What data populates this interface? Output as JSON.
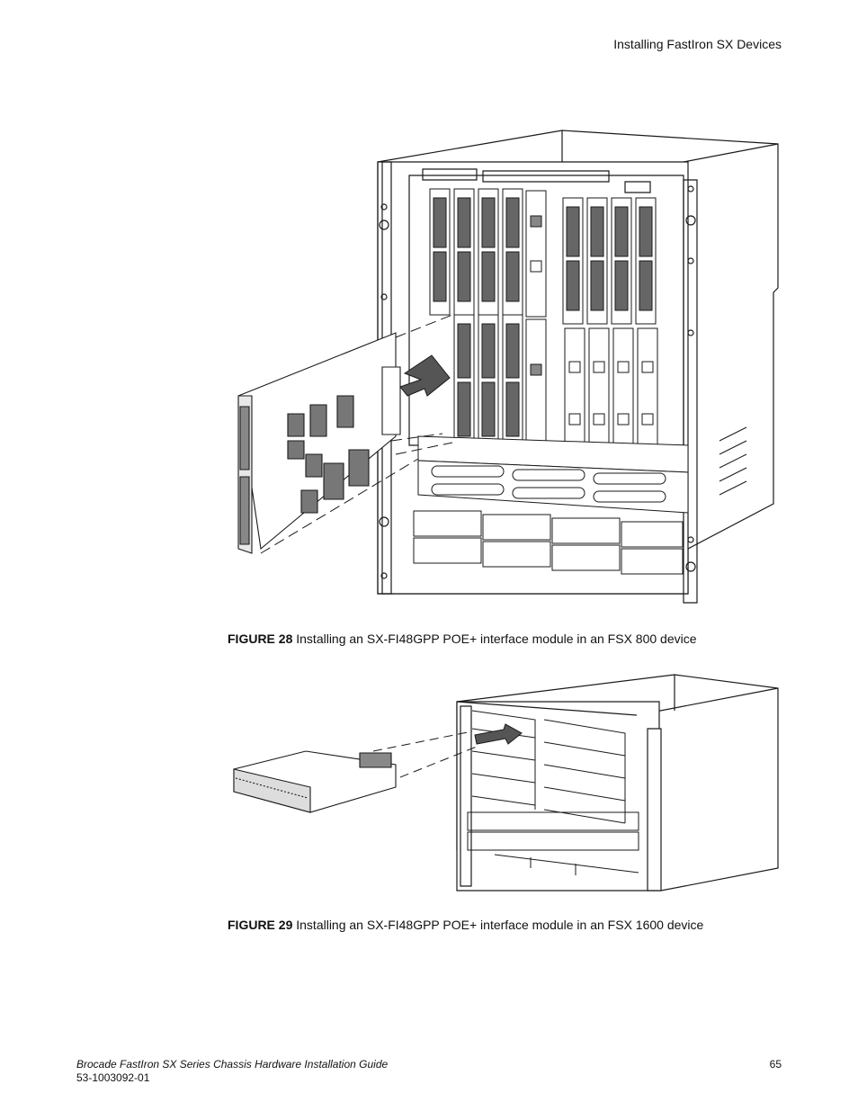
{
  "header": {
    "section_title": "Installing FastIron SX Devices"
  },
  "figures": [
    {
      "label": "FIGURE 28",
      "caption": "Installing an SX-FI48GPP POE+ interface module in an FSX 800 device"
    },
    {
      "label": "FIGURE 29",
      "caption": "Installing an SX-FI48GPP POE+ interface module in an FSX 1600 device"
    }
  ],
  "footer": {
    "doc_title": "Brocade FastIron SX Series Chassis Hardware Installation Guide",
    "doc_number": "53-1003092-01",
    "page_number": "65"
  },
  "colors": {
    "text": "#111111",
    "line_art": "#1a1a1a",
    "arrow_fill": "#555555"
  }
}
